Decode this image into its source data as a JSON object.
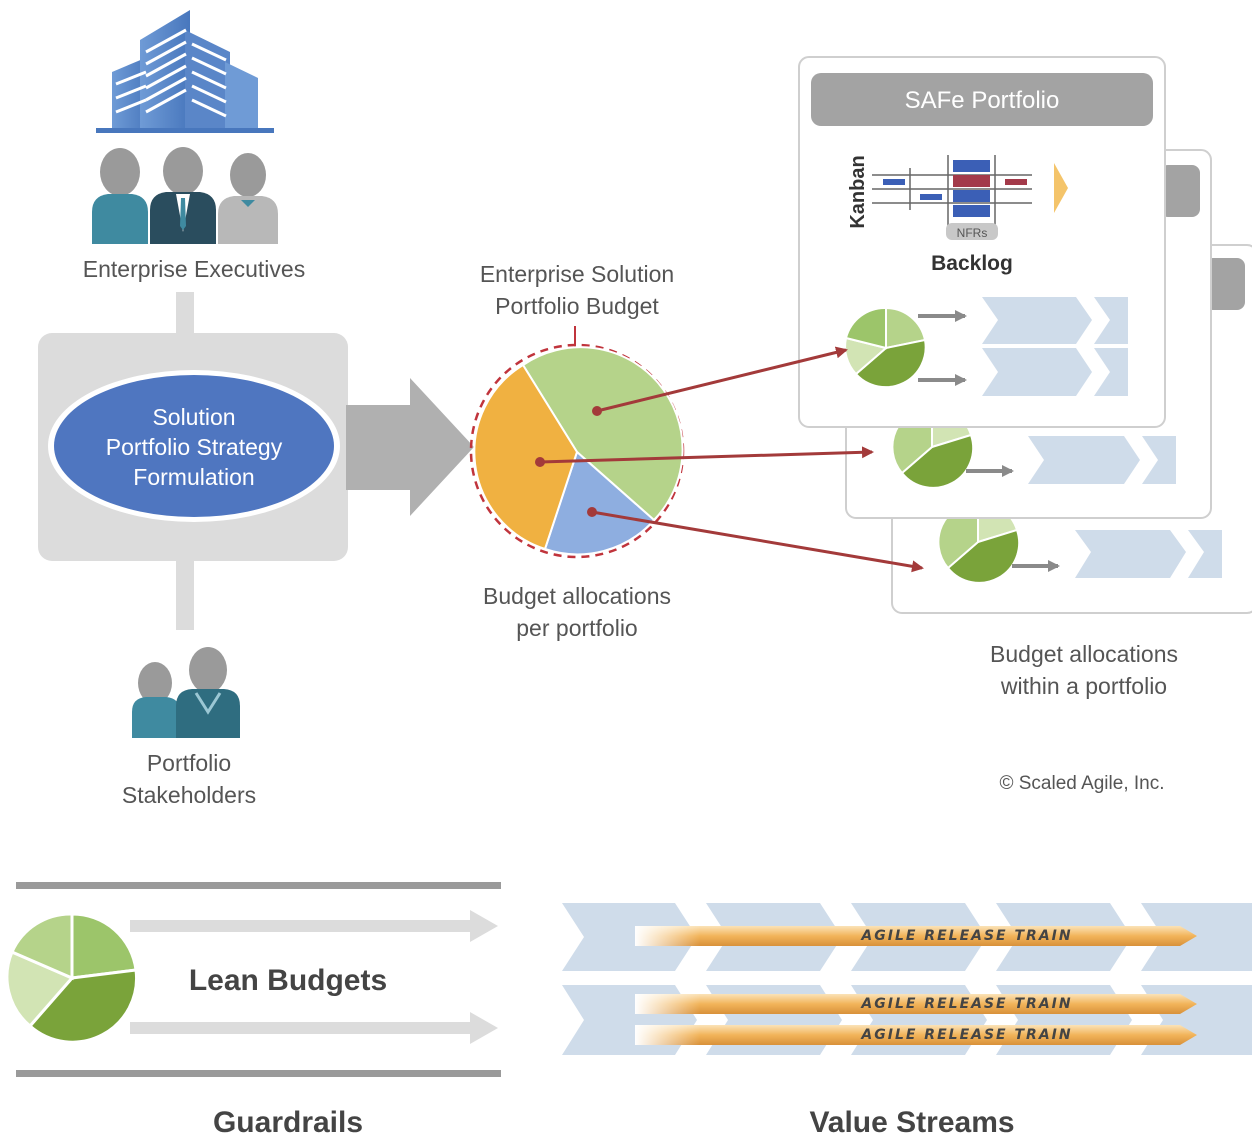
{
  "labels": {
    "executives": "Enterprise Executives",
    "strategy_line1": "Solution",
    "strategy_line2": "Portfolio Strategy",
    "strategy_line3": "Formulation",
    "stakeholders_line1": "Portfolio",
    "stakeholders_line2": "Stakeholders",
    "budget_title_line1": "Enterprise Solution",
    "budget_title_line2": "Portfolio Budget",
    "allocations_per_line1": "Budget allocations",
    "allocations_per_line2": "per portfolio",
    "portfolio_header": "SAFe Portfolio",
    "kanban": "Kanban",
    "nfrs": "NFRs",
    "backlog": "Backlog",
    "allocations_within_line1": "Budget allocations",
    "allocations_within_line2": "within a portfolio",
    "copyright": "© Scaled Agile, Inc.",
    "lean_budgets": "Lean Budgets",
    "guardrails": "Guardrails",
    "value_streams": "Value Streams",
    "art1": "AGILE RELEASE TRAIN",
    "art2": "AGILE RELEASE TRAIN",
    "art3": "AGILE RELEASE TRAIN"
  },
  "colors": {
    "blue_ellipse": "#4f76c0",
    "pie_light_green": "#b5d38a",
    "pie_orange": "#f0b141",
    "pie_blue": "#8eaee0",
    "dark_green": "#7aa33a",
    "arrow_red": "#a33a3a",
    "gray_block": "#dcdcdc",
    "chevron_blue": "#cfdcea",
    "train_orange": "#f2b45a"
  }
}
